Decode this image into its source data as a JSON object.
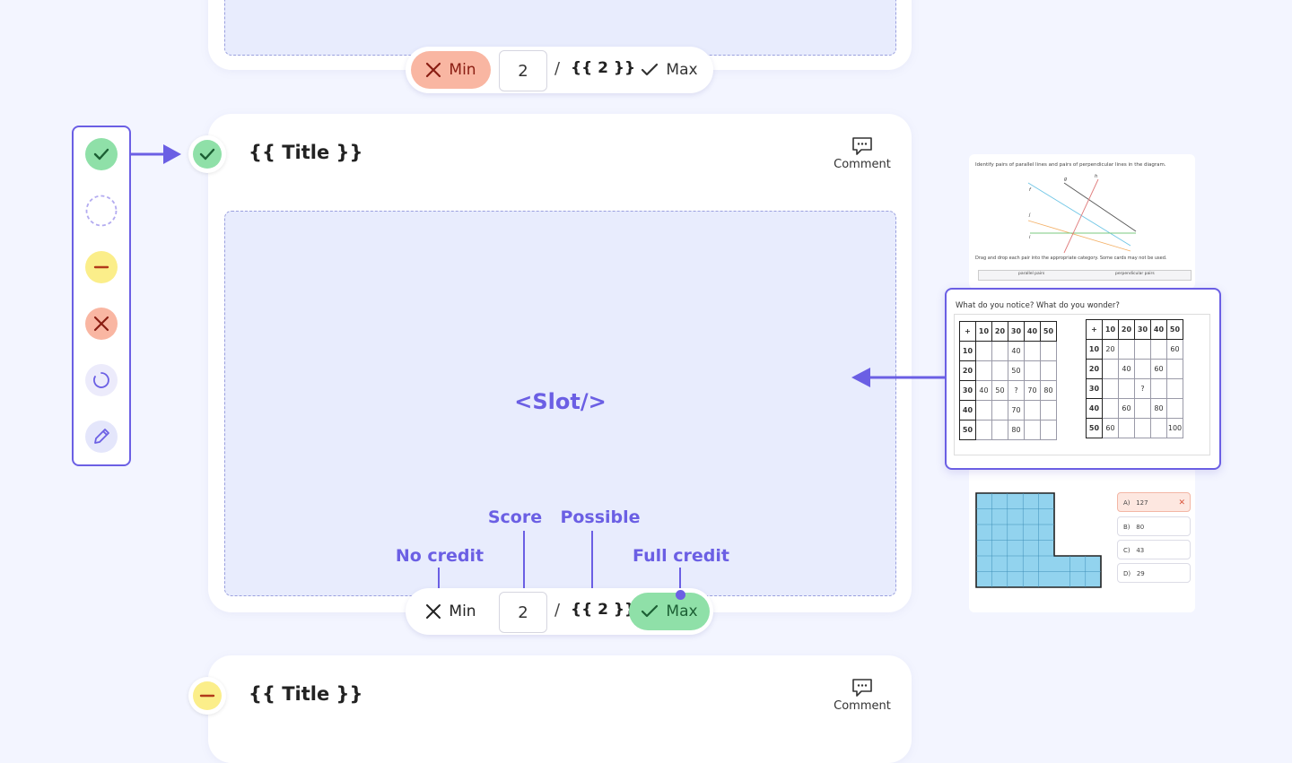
{
  "top_card": {
    "scorebar": {
      "min_label": "Min",
      "score_value": "2",
      "separator": "/",
      "possible_label": "{{ 2 }}",
      "max_label": "Max",
      "selected": "min"
    }
  },
  "main_card": {
    "status": "correct",
    "title": "{{ Title }}",
    "comment_label": "Comment",
    "slot_label": "<Slot/>",
    "scorebar": {
      "min_label": "Min",
      "score_value": "2",
      "separator": "/",
      "possible_label": "{{ 2 }}",
      "max_label": "Max",
      "selected": "max"
    }
  },
  "bottom_card": {
    "status": "partial",
    "title": "{{ Title }}",
    "comment_label": "Comment"
  },
  "annotations": {
    "no_credit": "No credit",
    "score": "Score",
    "possible": "Possible",
    "full_credit": "Full credit"
  },
  "legend": {
    "items": [
      {
        "name": "correct",
        "icon": "check-icon",
        "color": "#8fe0a8"
      },
      {
        "name": "unanswered",
        "icon": "dashed-circle-icon",
        "color": "#b3abf0"
      },
      {
        "name": "partial",
        "icon": "minus-icon",
        "color": "#fbee8a"
      },
      {
        "name": "incorrect",
        "icon": "x-icon",
        "color": "#f9b6a2"
      },
      {
        "name": "in-progress",
        "icon": "spinner-icon",
        "color": "#ecebfb"
      },
      {
        "name": "manual",
        "icon": "pencil-icon",
        "color": "#e4e6fb"
      }
    ]
  },
  "examples": {
    "geometry": {
      "prompt": "Identify pairs of parallel lines and pairs of perpendicular lines in the diagram.",
      "line_labels": [
        "g",
        "h",
        "f",
        "j",
        "i"
      ],
      "instruction": "Drag and drop each pair into the appropriate category. Some cards may not be used.",
      "col_headers": [
        "parallel pairs",
        "perpendicular pairs"
      ]
    },
    "addition_tables": {
      "prompt": "What do you notice? What do you wonder?",
      "table1": [
        [
          "+",
          "10",
          "20",
          "30",
          "40",
          "50"
        ],
        [
          "10",
          "",
          "",
          "40",
          "",
          ""
        ],
        [
          "20",
          "",
          "",
          "50",
          "",
          ""
        ],
        [
          "30",
          "40",
          "50",
          "?",
          "70",
          "80"
        ],
        [
          "40",
          "",
          "",
          "70",
          "",
          ""
        ],
        [
          "50",
          "",
          "",
          "80",
          "",
          ""
        ]
      ],
      "table2": [
        [
          "+",
          "10",
          "20",
          "30",
          "40",
          "50"
        ],
        [
          "10",
          "20",
          "",
          "",
          "",
          "60"
        ],
        [
          "20",
          "",
          "40",
          "",
          "60",
          ""
        ],
        [
          "30",
          "",
          "",
          "?",
          "",
          ""
        ],
        [
          "40",
          "",
          "60",
          "",
          "80",
          ""
        ],
        [
          "50",
          "60",
          "",
          "",
          "",
          "100"
        ]
      ]
    },
    "area_choices": {
      "options": [
        {
          "letter": "A)",
          "value": "127",
          "state": "incorrect"
        },
        {
          "letter": "B)",
          "value": "80",
          "state": ""
        },
        {
          "letter": "C)",
          "value": "43",
          "state": ""
        },
        {
          "letter": "D)",
          "value": "29",
          "state": ""
        }
      ]
    }
  },
  "colors": {
    "accent": "#6b5fe4",
    "slot_fill": "#e8ecfd",
    "correct": "#8fe0a8",
    "incorrect": "#f9b6a2",
    "partial": "#fbee8a",
    "page_bg": "#f3f5ff"
  }
}
